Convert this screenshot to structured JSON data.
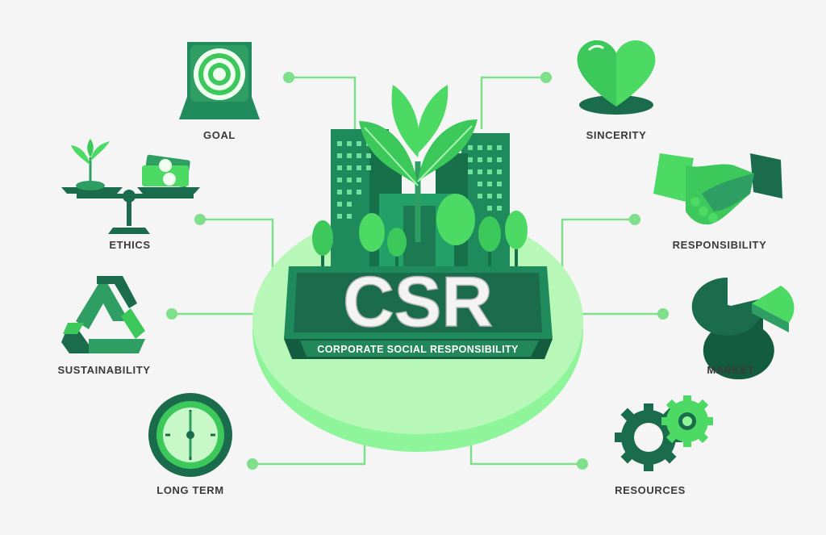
{
  "center": {
    "title": "CSR",
    "subtitle": "CORPORATE SOCIAL RESPONSIBILITY"
  },
  "concepts": {
    "goal": {
      "label": "GOAL",
      "icon": "target-icon"
    },
    "ethics": {
      "label": "ETHICS",
      "icon": "balance-scale-icon"
    },
    "sustainability": {
      "label": "SUSTAINABILITY",
      "icon": "recycle-icon"
    },
    "long_term": {
      "label": "LONG TERM",
      "icon": "clock-icon"
    },
    "sincerity": {
      "label": "SINCERITY",
      "icon": "heart-icon"
    },
    "responsibility": {
      "label": "RESPONSIBILITY",
      "icon": "handshake-icon"
    },
    "market": {
      "label": "MARKET",
      "icon": "pie-chart-icon"
    },
    "resources": {
      "label": "RESOURCES",
      "icon": "gears-icon"
    }
  },
  "colors": {
    "dark_green": "#1b6b4d",
    "mid_green": "#2e9e63",
    "bright_green": "#4cd964",
    "light_green": "#8ef59a",
    "connector": "#7ee08a"
  }
}
